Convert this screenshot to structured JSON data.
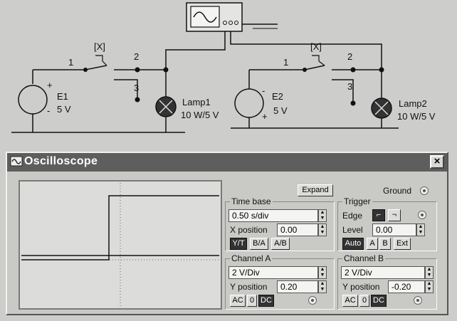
{
  "circuit": {
    "left": {
      "switch_key": "[X]",
      "node1": "1",
      "node2": "2",
      "node3": "3",
      "source_name": "E1",
      "source_value": "5 V",
      "lamp_name": "Lamp1",
      "lamp_rating": "10 W/5 V"
    },
    "right": {
      "switch_key": "[X]",
      "node1": "1",
      "node2": "2",
      "node3": "3",
      "source_name": "E2",
      "source_value": "5 V",
      "lamp_name": "Lamp2",
      "lamp_rating": "10 W/5 V"
    }
  },
  "window": {
    "title": "Oscilloscope",
    "close_label": "×",
    "expand_label": "Expand",
    "ground_label": "Ground"
  },
  "timebase": {
    "title": "Time base",
    "value": "0.50 s/div",
    "xpos_label": "X position",
    "xpos_value": "0.00",
    "modes": [
      "Y/T",
      "B/A",
      "A/B"
    ]
  },
  "trigger": {
    "title": "Trigger",
    "edge_label": "Edge",
    "level_label": "Level",
    "level_value": "0.00",
    "modes": [
      "Auto",
      "A",
      "B",
      "Ext"
    ]
  },
  "channel_a": {
    "title": "Channel A",
    "value": "2 V/Div",
    "ypos_label": "Y position",
    "ypos_value": "0.20",
    "coupling": [
      "AC",
      "0",
      "DC"
    ]
  },
  "channel_b": {
    "title": "Channel B",
    "value": "2 V/Div",
    "ypos_label": "Y position",
    "ypos_value": "-0.20",
    "coupling": [
      "AC",
      "0",
      "DC"
    ]
  },
  "colors": {
    "titlebar": "#5e5e5e",
    "active_button": "#333333",
    "screen": "#dcdcda"
  }
}
